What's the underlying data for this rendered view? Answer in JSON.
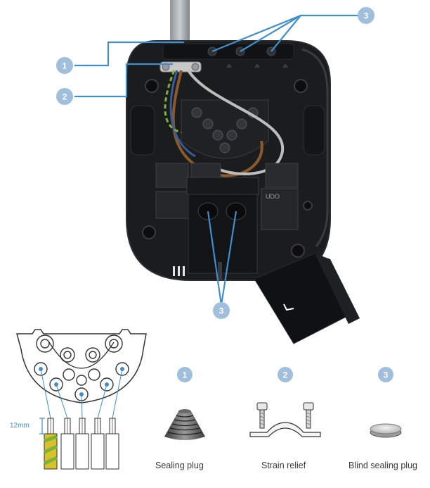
{
  "colors": {
    "callout_fill": "#9fbfdc",
    "leader_line": "#3f8fcf",
    "housing": "#1b1c1e",
    "housing_edge": "#2c2d30",
    "brown_wire": "#8a5a2b",
    "grey_wire": "#bdbdbd",
    "blue_wire": "#3a5a9a",
    "earth_wire_green": "#7fb23a",
    "earth_wire_yellow": "#d8c22a"
  },
  "callouts": {
    "c1": "1",
    "c2": "2",
    "c3_top": "3",
    "c3_bottom": "3",
    "part1": "1",
    "part2": "2",
    "part3": "3"
  },
  "device": {
    "brand": "UDO"
  },
  "wiring": {
    "strip_length": "12mm"
  },
  "parts": {
    "sealing_plug": "Sealing plug",
    "strain_relief": "Strain relief",
    "blind_sealing_plug": "Blind sealing plug"
  }
}
